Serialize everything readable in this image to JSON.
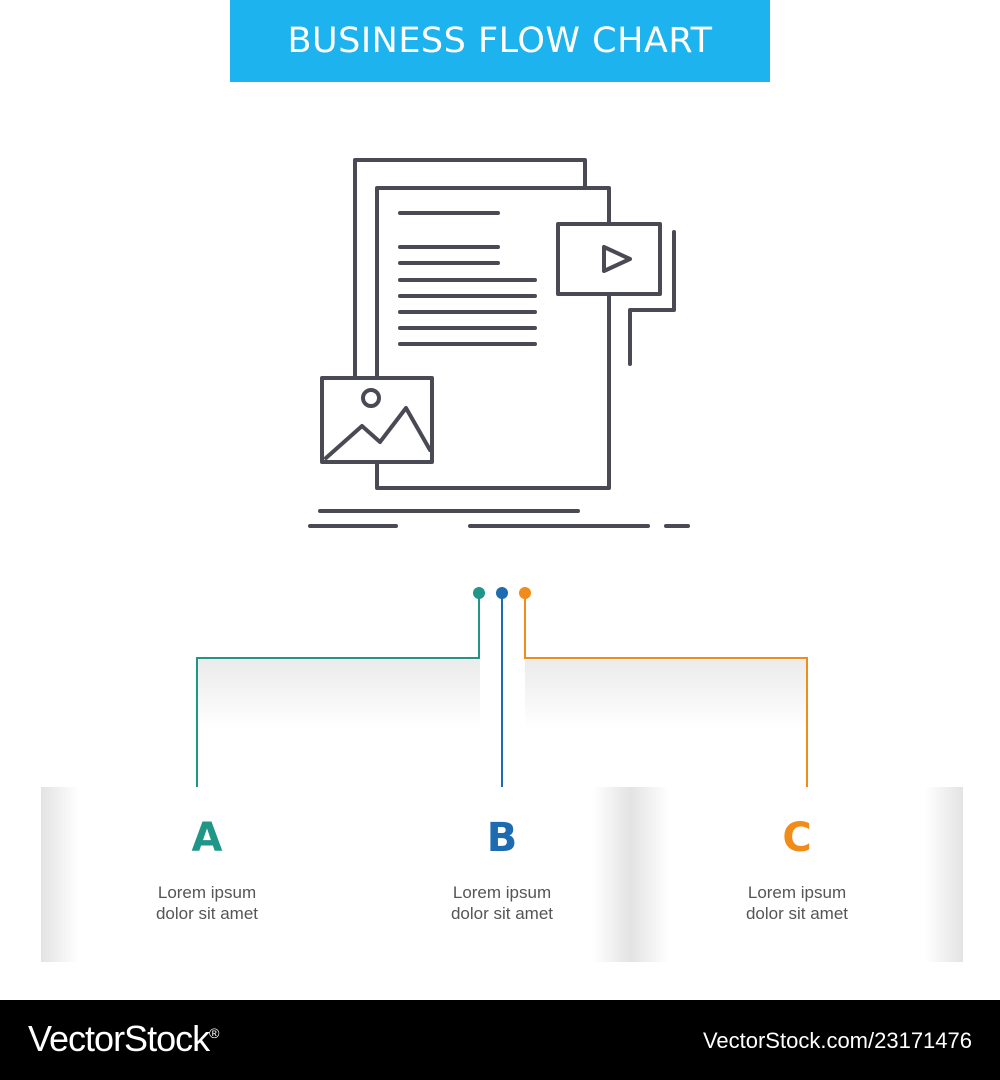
{
  "title": "BUSINESS FLOW CHART",
  "colors": {
    "banner": "#1cb3ee",
    "icon_stroke": "#4a4a55",
    "a": "#1f9688",
    "b": "#1d6bb0",
    "c": "#f28c18"
  },
  "icon": "document-with-image-and-video-icon",
  "cards": [
    {
      "letter": "A",
      "line1": "Lorem ipsum",
      "line2": "dolor sit amet"
    },
    {
      "letter": "B",
      "line1": "Lorem ipsum",
      "line2": "dolor sit amet"
    },
    {
      "letter": "C",
      "line1": "Lorem ipsum",
      "line2": "dolor sit amet"
    }
  ],
  "footer": {
    "brand": "VectorStock",
    "registered": "®",
    "id": "VectorStock.com/23171476"
  }
}
